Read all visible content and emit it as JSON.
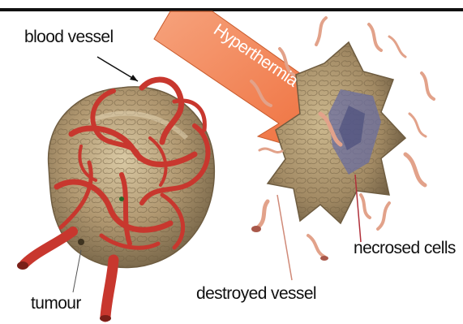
{
  "labels": {
    "blood_vessel": "blood vessel",
    "hyperthermia": "Hyperthermia",
    "tumour": "tumour",
    "destroyed_vessel": "destroyed vessel",
    "necrosed_cells": "necrosed cells"
  },
  "colors": {
    "arrow_fill": "#f07a4a",
    "vessel_red": "#c8372e",
    "tumour_tan": "#b39b72",
    "destroyed_vessel": "#e2a28a",
    "necrosis_blue": "#6a6ea0"
  }
}
